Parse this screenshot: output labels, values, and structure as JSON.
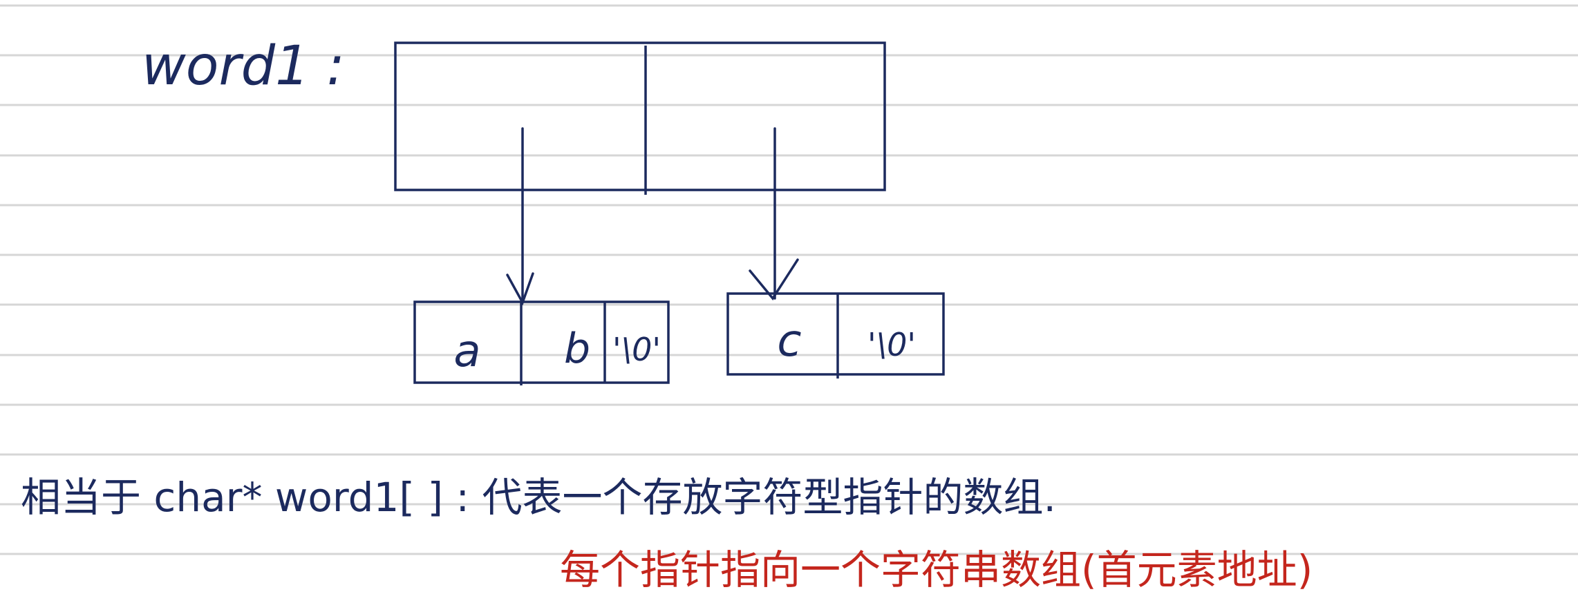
{
  "variable_label": "word1 :",
  "pointer_array": {
    "cells": [
      "",
      ""
    ]
  },
  "strings": [
    {
      "chars": [
        "a",
        "b",
        "'\\0'"
      ]
    },
    {
      "chars": [
        "c",
        "'\\0'"
      ]
    }
  ],
  "note_line1": "相当于 char* word1[ ] : 代表一个存放字符型指针的数组.",
  "note_line2": "每个指针指向一个字符串数组(首元素地址)",
  "colors": {
    "ink": "#1c2a5e",
    "red_ink": "#c4261d",
    "rule_line": "#d6d6d6",
    "paper": "#ffffff"
  }
}
